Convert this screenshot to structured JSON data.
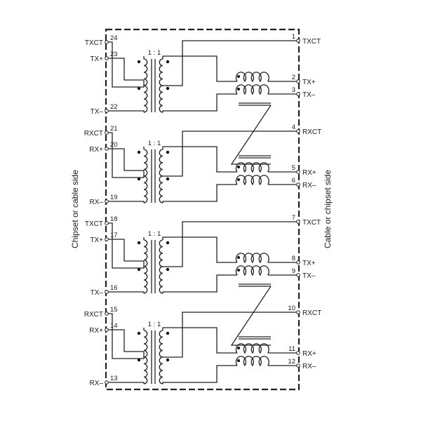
{
  "side_labels": {
    "left": "Chipset or cable side",
    "right": "Cable or chipset side"
  },
  "channels": [
    {
      "ratio": "1 : 1",
      "left": [
        {
          "num": "24",
          "label": "TXCT"
        },
        {
          "num": "23",
          "label": "TX+"
        },
        {
          "num": "22",
          "label": "TX–"
        }
      ],
      "right": [
        {
          "num": "1",
          "label": "TXCT"
        },
        {
          "num": "2",
          "label": "TX+"
        },
        {
          "num": "3",
          "label": "TX–"
        }
      ]
    },
    {
      "ratio": "1 : 1",
      "left": [
        {
          "num": "21",
          "label": "RXCT"
        },
        {
          "num": "20",
          "label": "RX+"
        },
        {
          "num": "19",
          "label": "RX–"
        }
      ],
      "right": [
        {
          "num": "4",
          "label": "RXCT"
        },
        {
          "num": "5",
          "label": "RX+"
        },
        {
          "num": "6",
          "label": "RX–"
        }
      ]
    },
    {
      "ratio": "1 : 1",
      "left": [
        {
          "num": "18",
          "label": "TXCT"
        },
        {
          "num": "17",
          "label": "TX+"
        },
        {
          "num": "16",
          "label": "TX–"
        }
      ],
      "right": [
        {
          "num": "7",
          "label": "TXCT"
        },
        {
          "num": "8",
          "label": "TX+"
        },
        {
          "num": "9",
          "label": "TX–"
        }
      ]
    },
    {
      "ratio": "1 : 1",
      "left": [
        {
          "num": "15",
          "label": "RXCT"
        },
        {
          "num": "14",
          "label": "RX+"
        },
        {
          "num": "13",
          "label": "RX–"
        }
      ],
      "right": [
        {
          "num": "10",
          "label": "RXCT"
        },
        {
          "num": "11",
          "label": "RX+"
        },
        {
          "num": "12",
          "label": "RX–"
        }
      ]
    }
  ]
}
